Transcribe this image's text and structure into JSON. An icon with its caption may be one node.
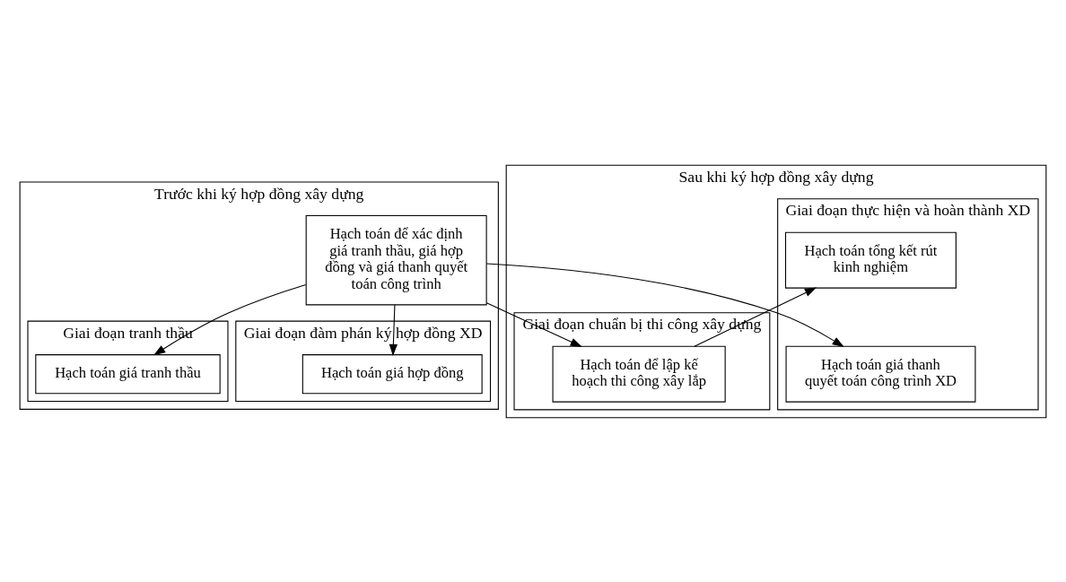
{
  "diagram": {
    "nodes": [
      {
        "text": [
          "Trước khi ký hợp đồng xây dựng"
        ]
      },
      {
        "text": [
          "Giai đoạn tranh thầu"
        ],
        "in": 0
      },
      {
        "text": [
          "Giai đoạn đàm phán ký hợp đồng XD"
        ],
        "in": 0
      },
      {
        "text": [
          "Sau khi ký hợp đồng xây dựng"
        ]
      },
      {
        "text": [
          "Giai đoạn chuẩn bị thi công xây dựng"
        ],
        "in": 3
      },
      {
        "text": [
          "Giai đoạn thực hiện và hoàn thành XD"
        ],
        "in": 3
      },
      {
        "text": [
          "Hạch toán để xác định giá tranh thầu, giá hợp đồng và giá thanh quyết toán công trình"
        ],
        "in": 0
      },
      {
        "text": [
          "Hạch toán để lập kế hoạch thi công xây lắp"
        ],
        "in": 4
      },
      {
        "text": [
          "Hạch toán tổng kết rút kinh nghiệm"
        ],
        "in": 5
      },
      {
        "text": [
          "Hạch toán giá tranh thầu"
        ],
        "in": 1
      },
      {
        "text": [
          "Hạch toán giá hợp đồng"
        ],
        "in": 2
      },
      {
        "text": [
          "Hạch toán giá thanh quyết toán công trình XD"
        ],
        "in": 5
      }
    ],
    "edges": [
      {
        "from": 6,
        "to": 7,
        "arrow": "to"
      },
      {
        "from": 7,
        "to": 8,
        "arrow": "to"
      },
      {
        "from": 6,
        "to": 9,
        "arrow": "to"
      },
      {
        "from": 6,
        "to": 10,
        "arrow": "to"
      },
      {
        "from": 6,
        "to": 11,
        "arrow": "to"
      }
    ]
  }
}
